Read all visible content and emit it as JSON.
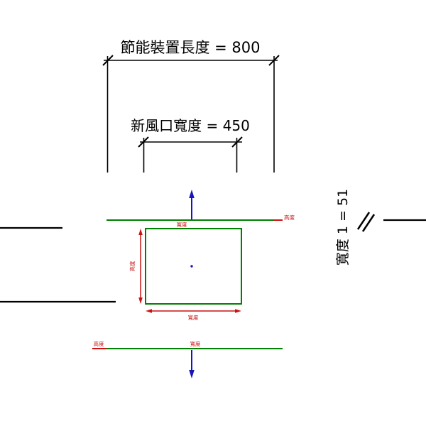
{
  "drawing": {
    "labels": {
      "top_dimension": "節能裝置長度 = 800",
      "vent_dimension": "新風口寬度 = 450",
      "scale_note": "寬度 1 = 51",
      "width": "寬度",
      "height": "高度"
    },
    "colors": {
      "line_black": "#000000",
      "duct_green": "#008000",
      "dim_red": "#cc1111",
      "flow_blue": "#1515bb"
    }
  }
}
